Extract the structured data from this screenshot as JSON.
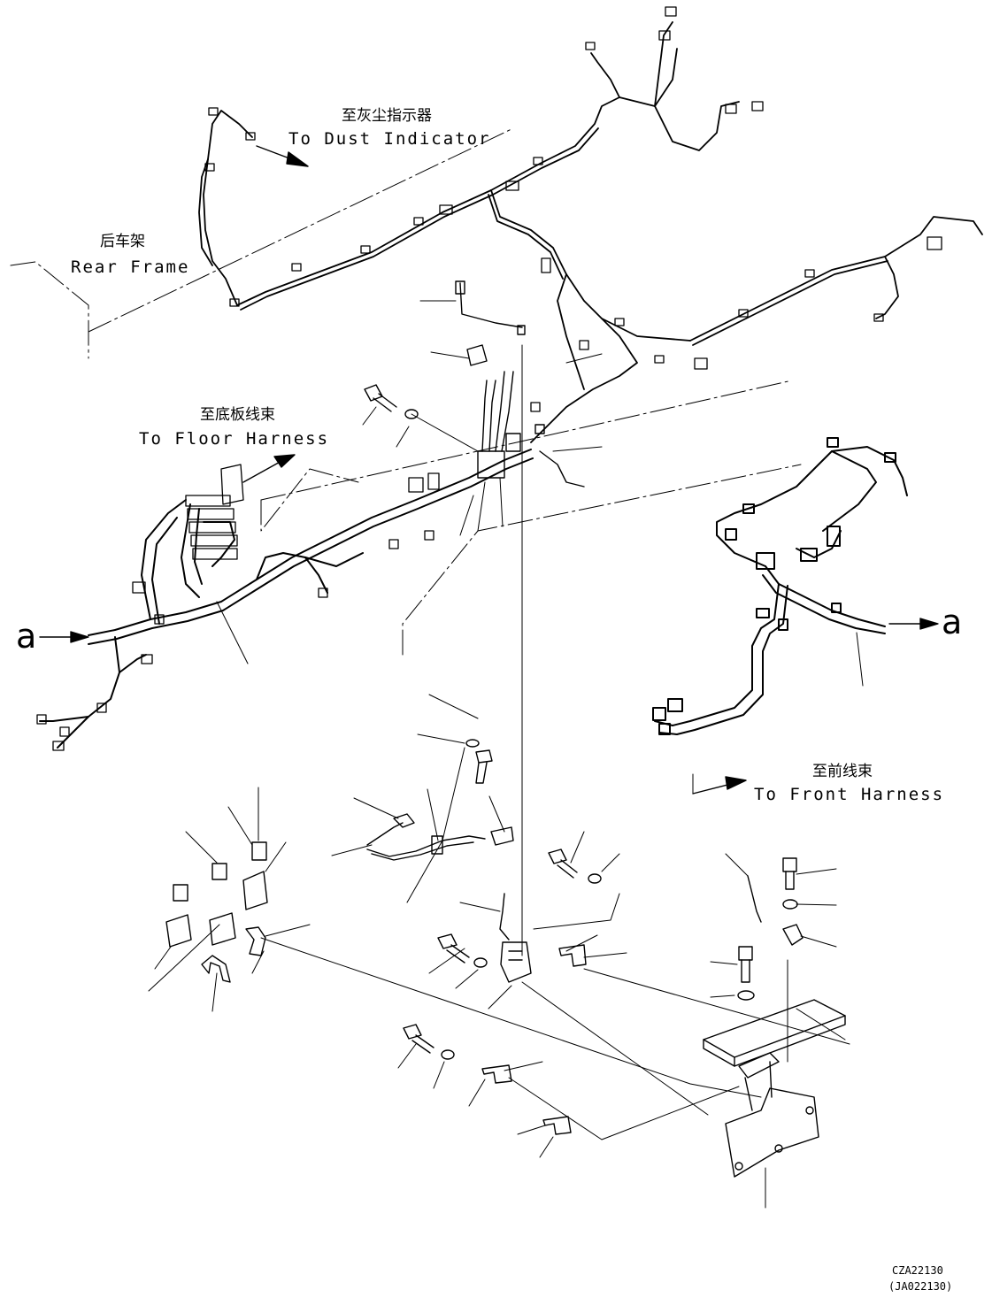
{
  "colors": {
    "ink": "#000000",
    "paper": "#ffffff"
  },
  "labels": {
    "dust_cn": "至灰尘指示器",
    "dust_en": "To Dust Indicator",
    "rear_cn": "后车架",
    "rear_en": "Rear Frame",
    "floor_cn": "至底板线束",
    "floor_en": "To Floor Harness",
    "front_cn": "至前线束",
    "front_en": "To Front Harness",
    "ref_left": "a",
    "ref_right": "a"
  },
  "drawing_codes": {
    "primary": "CZA22130",
    "secondary": "(JA022130)"
  }
}
